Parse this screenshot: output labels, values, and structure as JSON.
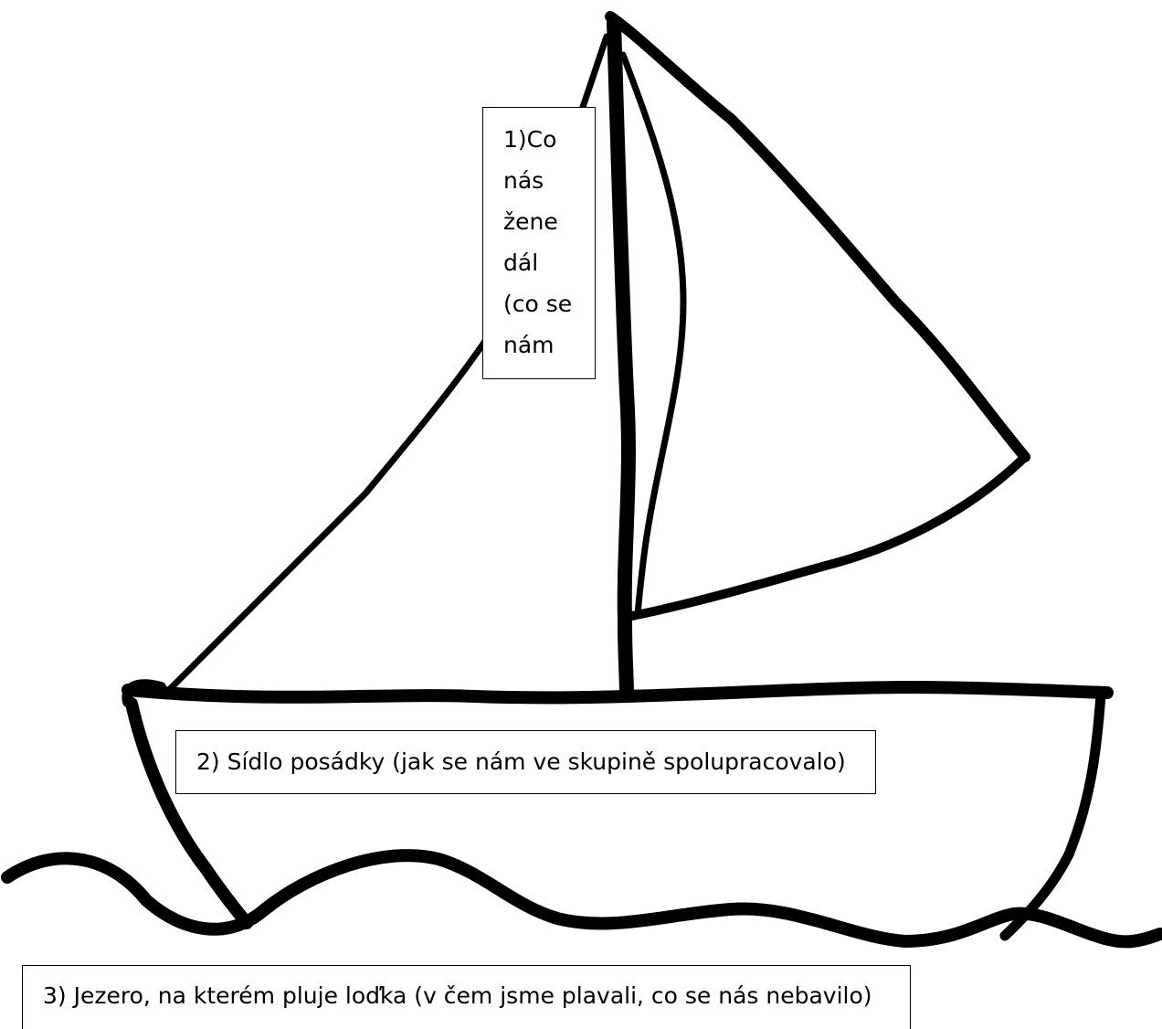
{
  "labels": {
    "sail": {
      "lines": [
        "1)Co",
        "nás",
        "žene",
        "dál",
        "(co se",
        "nám"
      ]
    },
    "hull": "2) Sídlo posádky (jak se nám ve skupině spolupracovalo)",
    "lake": "3) Jezero, na kterém pluje loďka (v čem jsme plavali, co se nás nebavilo)"
  },
  "colors": {
    "ink": "#000000",
    "paper": "#ffffff"
  }
}
